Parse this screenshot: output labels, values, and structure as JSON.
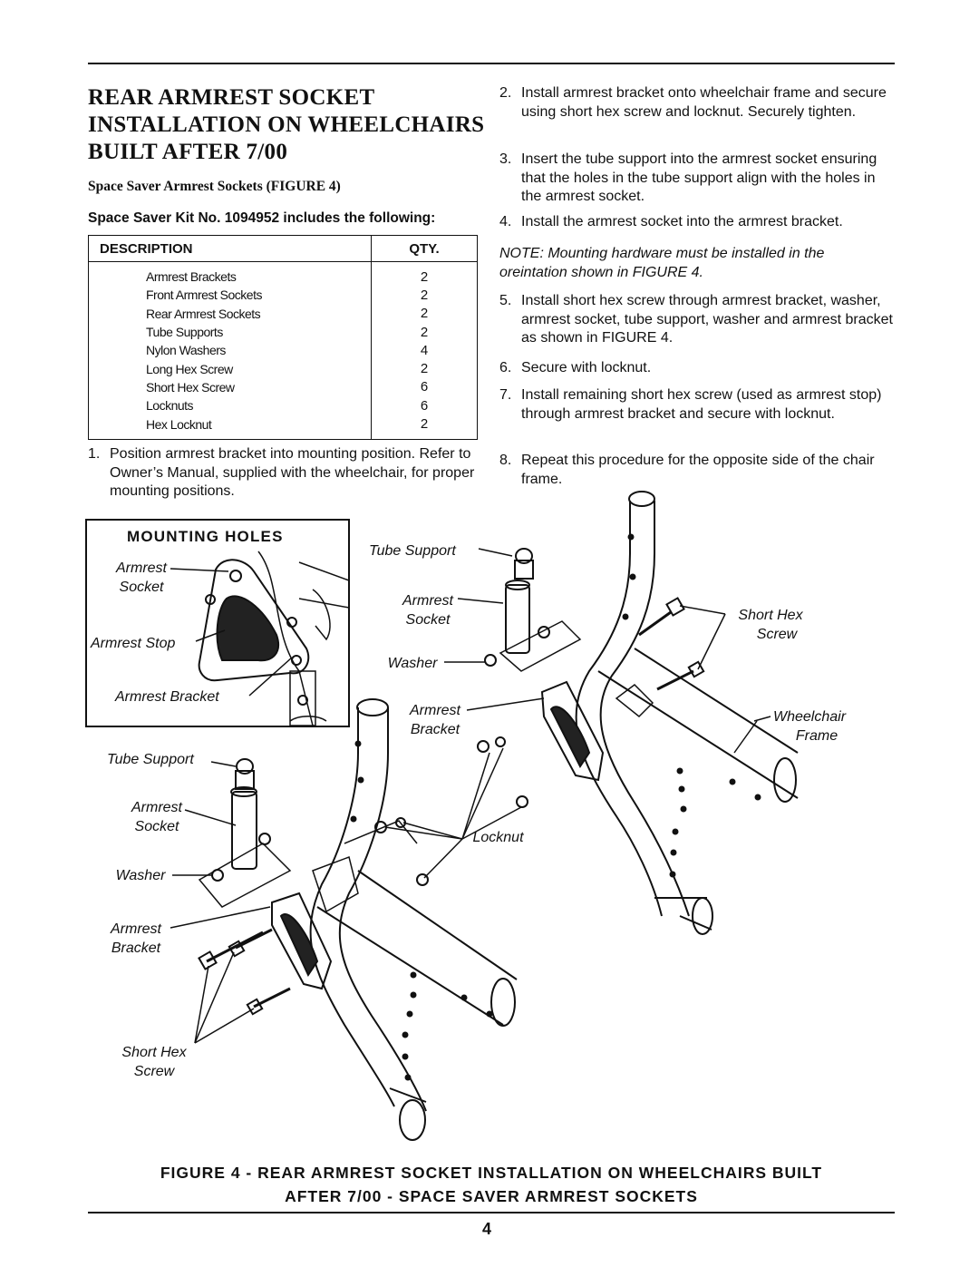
{
  "heading": {
    "line1": "REAR ARMREST SOCKET",
    "line2": "INSTALLATION ON WHEELCHAIRS",
    "line3": "BUILT AFTER 7/00"
  },
  "subheading": "Space Saver Armrest Sockets (FIGURE 4)",
  "kit_line": "Space Saver Kit No. 1094952 includes the following:",
  "table": {
    "col_description": "DESCRIPTION",
    "col_qty": "QTY.",
    "rows": [
      {
        "description": "Armrest Brackets",
        "qty": "2"
      },
      {
        "description": "Front Armrest Sockets",
        "qty": "2"
      },
      {
        "description": "Rear Armrest Sockets",
        "qty": "2"
      },
      {
        "description": "Tube Supports",
        "qty": "2"
      },
      {
        "description": "Nylon Washers",
        "qty": "4"
      },
      {
        "description": "Long Hex Screw",
        "qty": "2"
      },
      {
        "description": "Short Hex Screw",
        "qty": "6"
      },
      {
        "description": "Locknuts",
        "qty": "6"
      },
      {
        "description": "Hex Locknut",
        "qty": "2"
      }
    ]
  },
  "steps": [
    {
      "num": "1.",
      "text": "Position armrest bracket into mounting position. Refer to Owner’s Manual, supplied with the wheelchair, for proper mounting positions."
    },
    {
      "num": "2.",
      "text": "Install armrest bracket onto wheelchair frame and secure using short hex screw and locknut. Securely tighten."
    },
    {
      "num": "3.",
      "text": "Insert the tube support into the armrest socket ensuring that the holes in the tube support align with the holes in the armrest socket."
    },
    {
      "num": "4.",
      "text": "Install the armrest socket into the armrest bracket."
    },
    {
      "num": "5.",
      "text": "Install short hex screw through armrest bracket, washer, armrest socket, tube support, washer and armrest bracket as shown in FIGURE 4."
    },
    {
      "num": "6.",
      "text": "Secure with locknut."
    },
    {
      "num": "7.",
      "text": "Install remaining short hex screw (used as armrest stop) through armrest bracket and secure with locknut."
    },
    {
      "num": "8.",
      "text": "Repeat this procedure for the opposite side of the chair frame."
    }
  ],
  "note": "NOTE: Mounting hardware must be installed in the oreintation shown in FIGURE 4.",
  "figure": {
    "inset_title": "MOUNTING HOLES",
    "labels": {
      "armrest_socket": "Armrest Socket",
      "armrest_stop": "Armrest Stop",
      "armrest_bracket_inset": "Armrest Bracket",
      "tube_support": "Tube Support",
      "armrest": "Armrest",
      "socket": "Socket",
      "bracket": "Bracket",
      "washer": "Washer",
      "short_hex": "Short Hex",
      "screw": "Screw",
      "wheelchair": "Wheelchair",
      "frame": "Frame",
      "locknut": "Locknut"
    }
  },
  "caption": {
    "line1": "FIGURE 4 - REAR ARMREST SOCKET INSTALLATION ON WHEELCHAIRS BUILT",
    "line2": "AFTER 7/00 - SPACE SAVER ARMREST SOCKETS"
  },
  "page_number": "4"
}
